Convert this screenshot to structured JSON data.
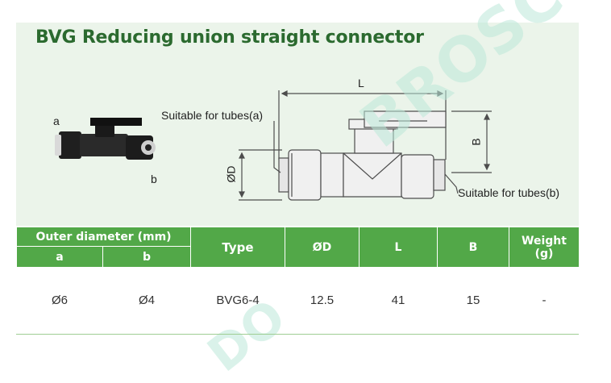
{
  "title": "BVG Reducing union straight connector",
  "photo": {
    "label_a": "a",
    "label_b": "b"
  },
  "drawing": {
    "label_L": "L",
    "label_B": "B",
    "label_D": "ØD",
    "tube_a": "Suitable for tubes(a)",
    "tube_b": "Suitable for tubes(b)"
  },
  "watermark": [
    "BROSCO",
    "DO"
  ],
  "table": {
    "header": {
      "outer_diameter": "Outer diameter (mm)",
      "a": "a",
      "b": "b",
      "type": "Type",
      "d": "ØD",
      "l": "L",
      "b_dim": "B",
      "weight": "Weight",
      "weight_unit": "(g)"
    },
    "rows": [
      {
        "a": "Ø6",
        "b": "Ø4",
        "type": "BVG6-4",
        "d": "12.5",
        "l": "41",
        "b_dim": "15",
        "weight": "-"
      }
    ]
  },
  "colors": {
    "header_green": "#52a848",
    "title_green": "#2b6a2f",
    "panel_bg": "#ebf4ea"
  }
}
